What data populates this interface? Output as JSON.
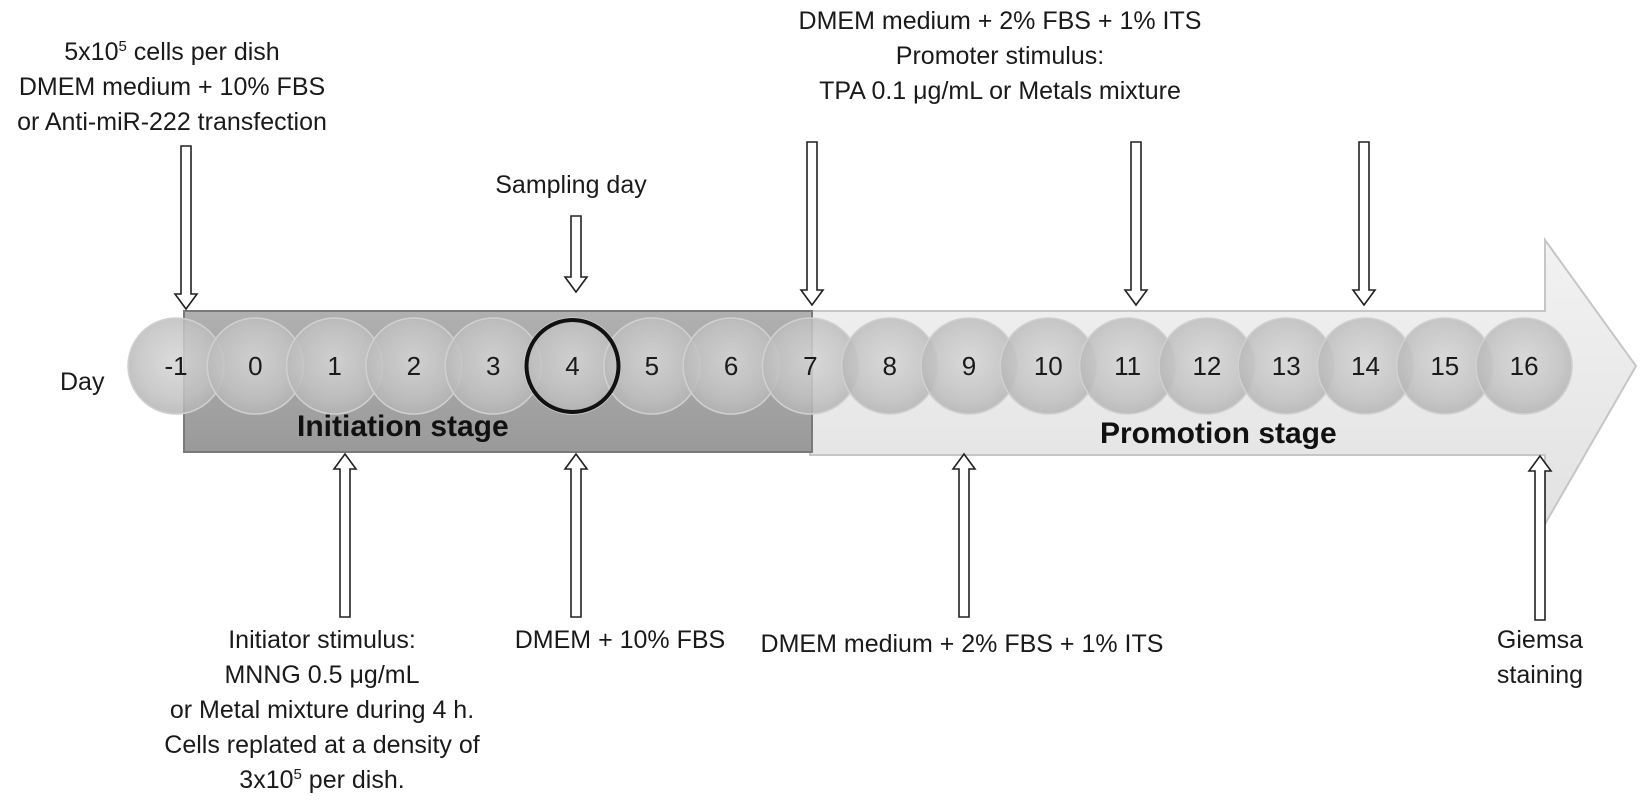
{
  "day_label": "Day",
  "days": [
    "-1",
    "0",
    "1",
    "2",
    "3",
    "4",
    "5",
    "6",
    "7",
    "8",
    "9",
    "10",
    "11",
    "12",
    "13",
    "14",
    "15",
    "16"
  ],
  "highlighted_day": "4",
  "stages": {
    "initiation": "Initiation stage",
    "promotion": "Promotion stage"
  },
  "annotations": {
    "seeding": {
      "line1_base": "5x10",
      "line1_exp": "5",
      "line1_tail": " cells per dish",
      "line2": "DMEM medium + 10% FBS",
      "line3": "or Anti-miR-222 transfection"
    },
    "sampling": "Sampling day",
    "promoter": {
      "line1": "DMEM medium + 2% FBS + 1% ITS",
      "line2": "Promoter stimulus:",
      "line3": "TPA 0.1 μg/mL or Metals mixture"
    },
    "initiator": {
      "line1": "Initiator stimulus:",
      "line2": "MNNG 0.5 μg/mL",
      "line3": "or Metal mixture during 4 h.",
      "line4": "Cells replated at a density of",
      "line5_base": "3x10",
      "line5_exp": "5",
      "line5_tail": " per dish."
    },
    "dmem_day4": "DMEM + 10% FBS",
    "dmem_day9": "DMEM medium + 2% FBS + 1% ITS",
    "giemsa": {
      "line1": "Giemsa",
      "line2": "staining"
    }
  },
  "colors": {
    "initiation_band": "#a6a6a6",
    "promotion_band": "#ececec",
    "circle_fill": "#c4c4c4",
    "highlight_ring": "#111111"
  }
}
